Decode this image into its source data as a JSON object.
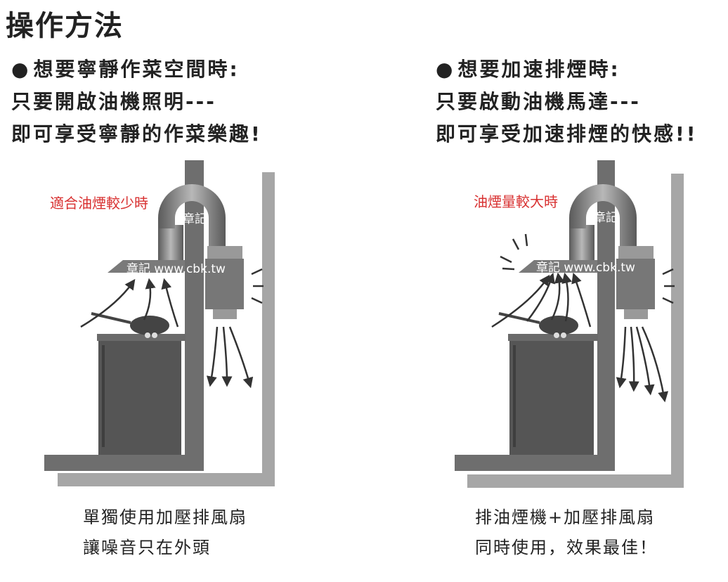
{
  "title": "操作方法",
  "left": {
    "heading": {
      "bullet": "●",
      "line1": "想要寧靜作菜空間時:",
      "line2": "只要開啟油機照明---",
      "line3": "即可享受寧靜的作菜樂趣!"
    },
    "diagram": {
      "smoke_label": "適合油煙較少時",
      "watermark_a": "章記",
      "watermark_b": "章記 www.cbk.tw"
    },
    "caption": {
      "line1": "單獨使用加壓排風扇",
      "line2": "讓噪音只在外頭"
    }
  },
  "right": {
    "heading": {
      "bullet": "●",
      "line1": "想要加速排煙時:",
      "line2": "只要啟動油機馬達---",
      "line3": "即可享受加速排煙的快感!!"
    },
    "diagram": {
      "smoke_label": "油煙量較大時",
      "watermark_a": "章記",
      "watermark_b": "章記 www.cbk.tw"
    },
    "caption": {
      "line1": "排油煙機+加壓排風扇",
      "line2": "同時使用，效果最佳！"
    }
  },
  "colors": {
    "text": "#222222",
    "smoke_label": "#d83030",
    "wall": "#6e6e6e",
    "outer_wall": "#a6a6a6",
    "arrow": "#333333"
  }
}
